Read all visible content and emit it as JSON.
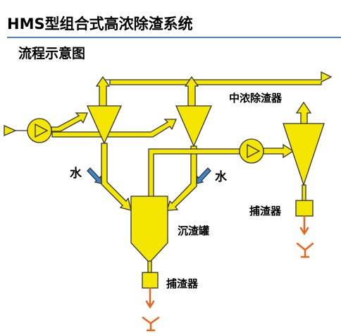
{
  "header": {
    "title": "HMS型组合式高浓除渣系统",
    "subtitle": "流程示意图"
  },
  "labels": {
    "medium_cleaner": "中浓除渣器",
    "trap_right": "捕渣器",
    "water_left": "水",
    "water_right": "水",
    "settling_tank": "沉渣罐",
    "trap_bottom": "捕渣器"
  },
  "colors": {
    "equipment_fill": "#f5e600",
    "outline": "#333333",
    "reject_pipe": "#e8641c",
    "water_arrow": "#3a86d0",
    "rule": "#4f7fbf"
  }
}
